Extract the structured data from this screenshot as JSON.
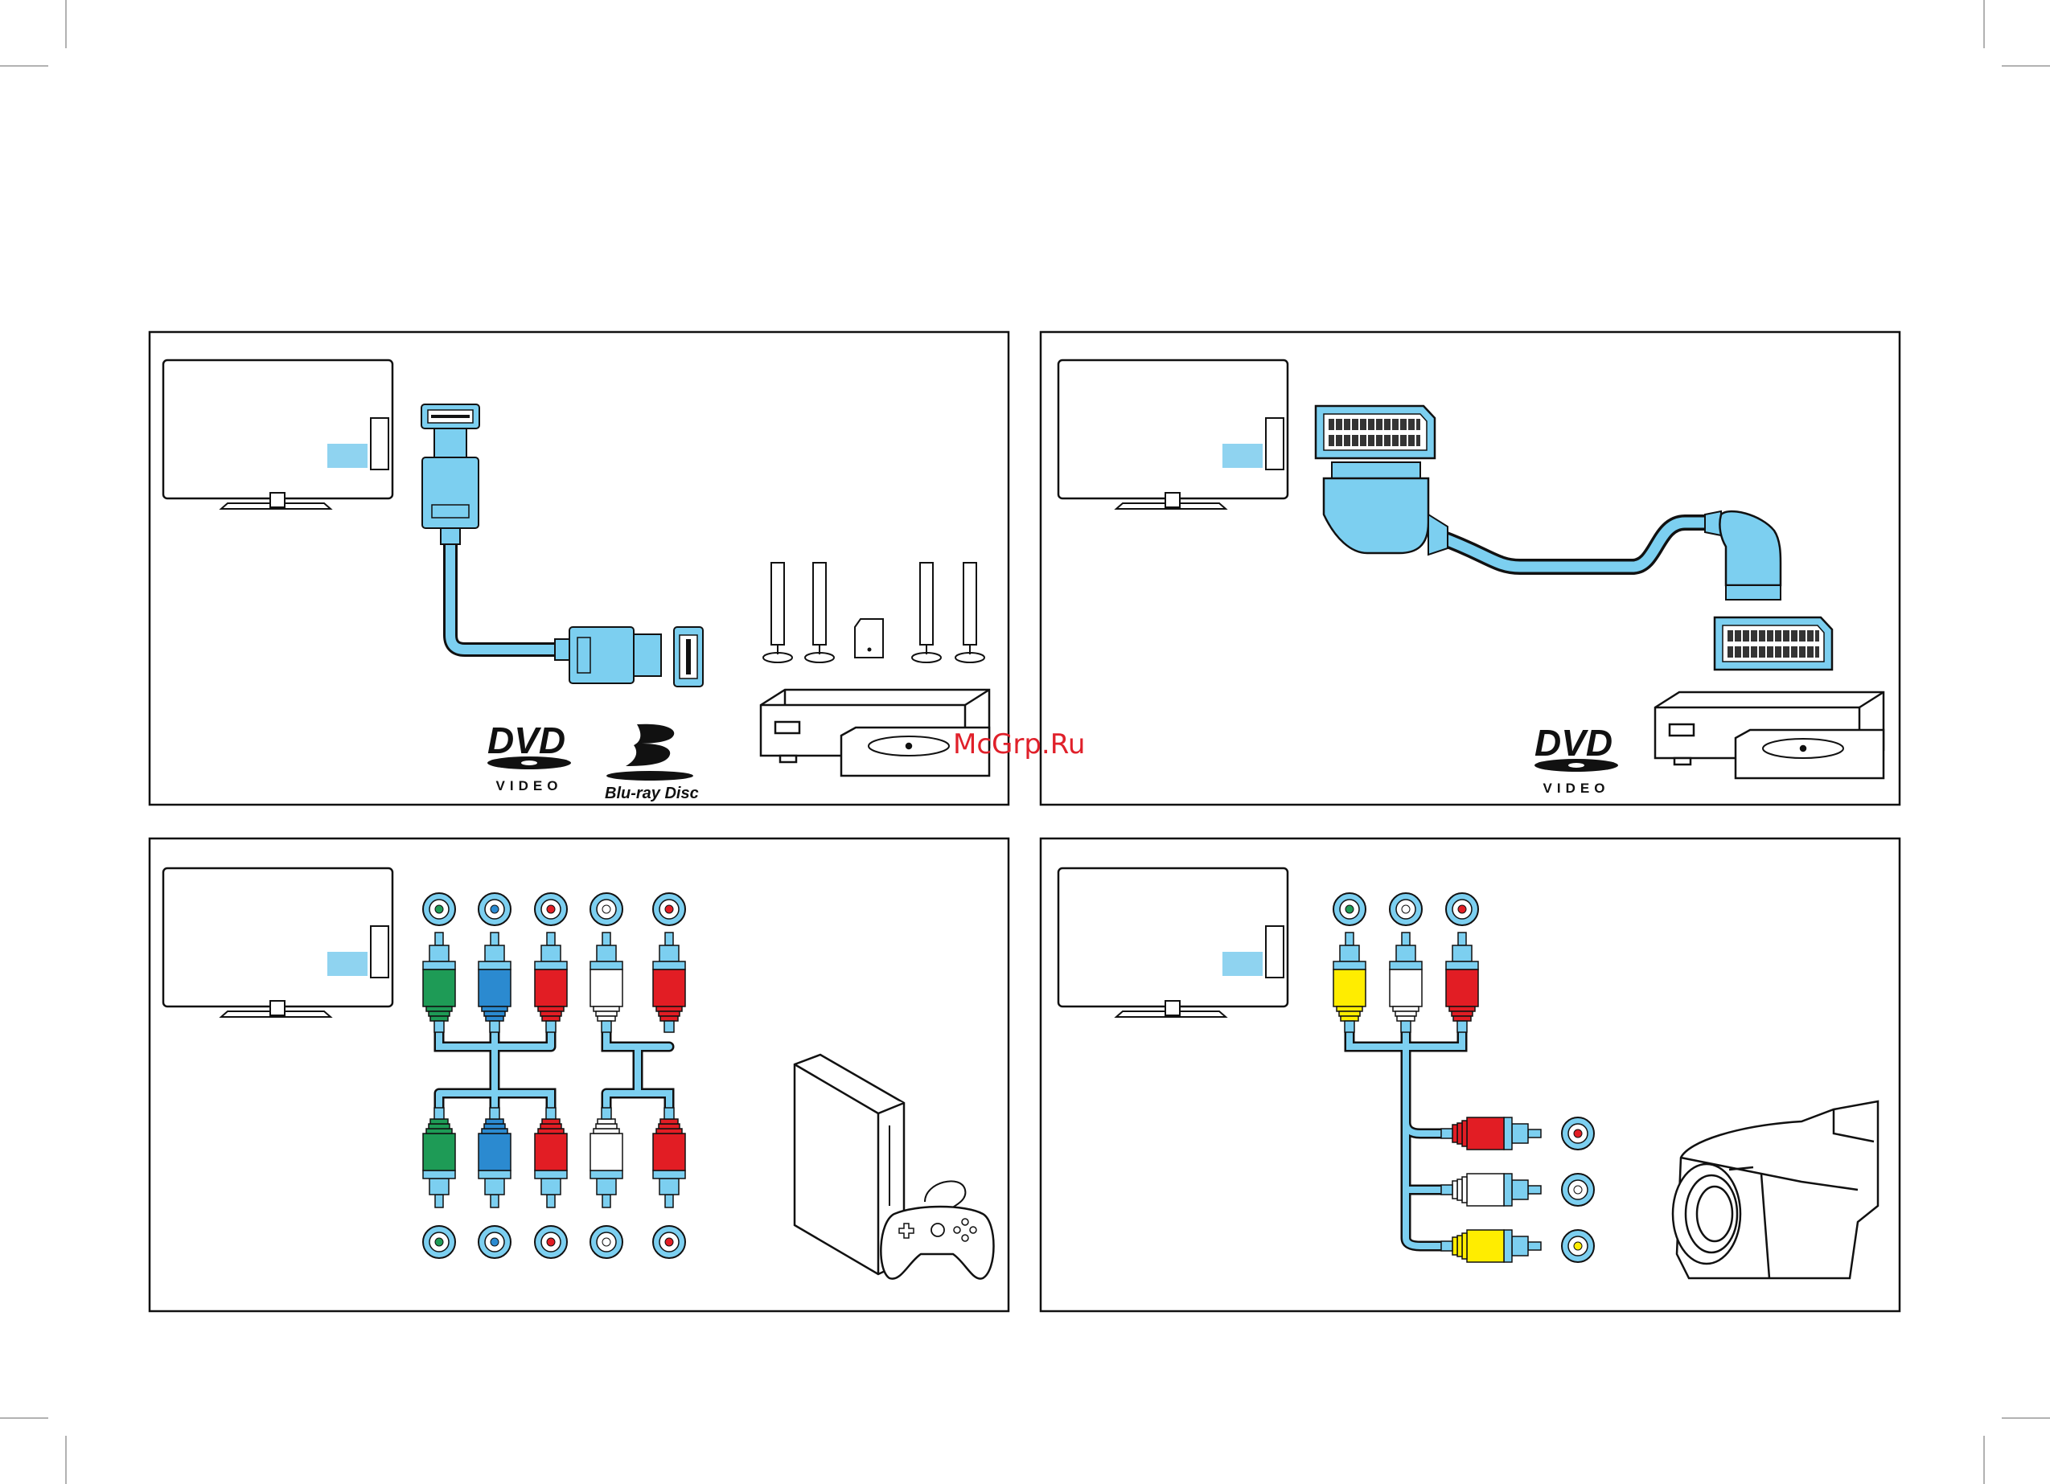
{
  "panels": [
    {
      "name": "hdmi-connection",
      "logos": {
        "dvd_main": "DVD",
        "dvd_sub": "VIDEO",
        "bluray_main": "Blu-ray Disc"
      }
    },
    {
      "name": "scart-connection",
      "logos": {
        "dvd_main": "DVD",
        "dvd_sub": "VIDEO"
      }
    },
    {
      "name": "component-connection"
    },
    {
      "name": "composite-connection"
    }
  ],
  "watermark": "McGrp.Ru",
  "colors": {
    "cable_blue": "#7ccff0",
    "tv_port_blue": "#8fd3f0",
    "green": "#1e9b56",
    "blue": "#2b8ad0",
    "red": "#e21d24",
    "white": "#ffffff",
    "yellow": "#ffed00",
    "watermark_red": "#e0202a"
  },
  "icons": [
    "tv-icon",
    "hdmi-plug-icon",
    "hdmi-socket-icon",
    "scart-plug-icon",
    "scart-socket-icon",
    "speaker-icon",
    "subwoofer-icon",
    "dvd-player-icon",
    "game-console-icon",
    "gamepad-icon",
    "camcorder-icon",
    "rca-plug-icon",
    "rca-socket-icon"
  ]
}
